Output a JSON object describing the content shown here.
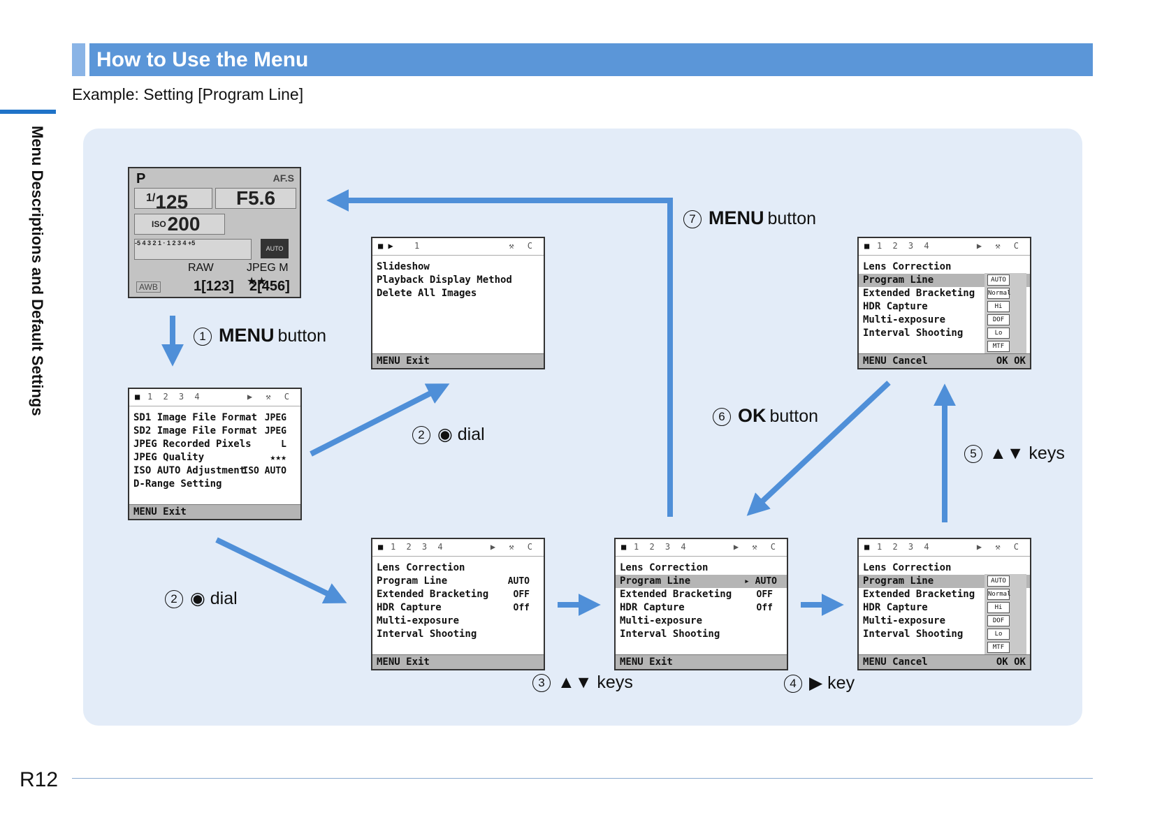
{
  "header": {
    "title": "How to Use the Menu"
  },
  "example": "Example: Setting [Program Line]",
  "side_label": "Menu Descriptions and Default Settings",
  "page_number": "R12",
  "colors": {
    "header_bar": "#5b96d8",
    "panel": "#e3ecf8",
    "arrow": "#4f8fd8",
    "side_rule": "#1f73c8"
  },
  "live_view": {
    "mode": "P",
    "af": "AF.S",
    "shutter_prefix": "1/",
    "shutter": "125",
    "aperture": "F5.6",
    "iso_label": "ISO",
    "iso": "200",
    "scale": "-5 4 3 2 1 · 1 2 3 4 +5",
    "auto": "AUTO",
    "raw": "RAW",
    "jpeg": "JPEG M ★★",
    "raw_count": "1[123]",
    "jpeg_count": "2[456]",
    "wb": "AWB"
  },
  "screens": {
    "rec_tab1": {
      "tab_nums": "1 2 3 4",
      "items": [
        {
          "label": "SD1 Image File Format",
          "value": "JPEG"
        },
        {
          "label": "SD2 Image File Format",
          "value": "JPEG"
        },
        {
          "label": "JPEG Recorded Pixels",
          "value": "L"
        },
        {
          "label": "JPEG Quality",
          "value": "★★★"
        },
        {
          "label": "ISO AUTO Adjustment",
          "value": "ISO AUTO"
        },
        {
          "label": "D-Range Setting",
          "value": ""
        }
      ],
      "footer_left": "MENU Exit"
    },
    "playback": {
      "tab_nums": "1",
      "items": [
        {
          "label": "Slideshow"
        },
        {
          "label": "Playback Display Method"
        },
        {
          "label": "Delete All Images"
        }
      ],
      "footer_left": "MENU Exit"
    },
    "rec_tab2": {
      "tab_nums": "1 2 3 4",
      "items": [
        {
          "label": "Lens Correction",
          "value": ""
        },
        {
          "label": "Program Line",
          "value": "AUTO"
        },
        {
          "label": "Extended Bracketing",
          "value": "OFF"
        },
        {
          "label": "HDR Capture",
          "value": "Off"
        },
        {
          "label": "Multi-exposure",
          "value": ""
        },
        {
          "label": "Interval Shooting",
          "value": ""
        }
      ],
      "footer_left": "MENU Exit"
    },
    "rec_tab2_selected": {
      "tab_nums": "1 2 3 4",
      "items": [
        {
          "label": "Lens Correction",
          "value": ""
        },
        {
          "label": "Program Line",
          "value": "▸ AUTO"
        },
        {
          "label": "Extended Bracketing",
          "value": "OFF"
        },
        {
          "label": "HDR Capture",
          "value": "Off"
        },
        {
          "label": "Multi-exposure",
          "value": ""
        },
        {
          "label": "Interval Shooting",
          "value": ""
        }
      ],
      "footer_left": "MENU Exit"
    },
    "rec_tab2_options": {
      "tab_nums": "1 2 3 4",
      "items": [
        {
          "label": "Lens Correction"
        },
        {
          "label": "Program Line"
        },
        {
          "label": "Extended Bracketing"
        },
        {
          "label": "HDR Capture"
        },
        {
          "label": "Multi-exposure"
        },
        {
          "label": "Interval Shooting"
        }
      ],
      "options": [
        "AUTO",
        "Normal",
        "Hi",
        "DOF",
        "Lo",
        "MTF"
      ],
      "footer_left": "MENU Cancel",
      "footer_right": "OK OK"
    },
    "rec_tab2_options_moved": {
      "tab_nums": "1 2 3 4",
      "items": [
        {
          "label": "Lens Correction"
        },
        {
          "label": "Program Line"
        },
        {
          "label": "Extended Bracketing"
        },
        {
          "label": "HDR Capture"
        },
        {
          "label": "Multi-exposure"
        },
        {
          "label": "Interval Shooting"
        }
      ],
      "options": [
        "AUTO",
        "Normal",
        "Hi",
        "DOF",
        "Lo",
        "MTF"
      ],
      "footer_left": "MENU Cancel",
      "footer_right": "OK OK"
    }
  },
  "steps": [
    {
      "num": "1",
      "bold": "MENU",
      "rest": "button"
    },
    {
      "num": "2",
      "bold": "",
      "rest": "dial"
    },
    {
      "num": "2",
      "bold": "",
      "rest": "dial"
    },
    {
      "num": "3",
      "bold": "",
      "rest": "▲▼ keys"
    },
    {
      "num": "4",
      "bold": "",
      "rest": "▶ key"
    },
    {
      "num": "5",
      "bold": "",
      "rest": "▲▼ keys"
    },
    {
      "num": "6",
      "bold": "OK",
      "rest": "button"
    },
    {
      "num": "7",
      "bold": "MENU",
      "rest": "button"
    }
  ]
}
